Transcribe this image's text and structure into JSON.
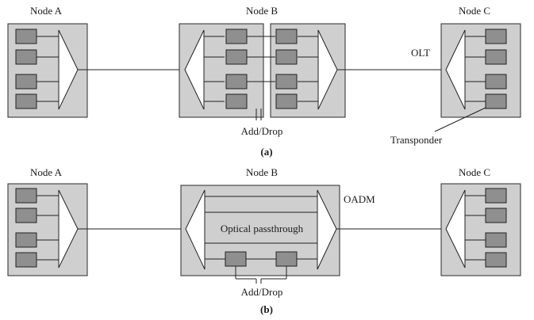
{
  "diagram": {
    "a": {
      "node_a": "Node A",
      "node_b": "Node B",
      "node_c": "Node C",
      "olt": "OLT",
      "add_drop": "Add/Drop",
      "transponder": "Transponder",
      "caption": "(a)"
    },
    "b": {
      "node_a": "Node A",
      "node_b": "Node B",
      "node_c": "Node C",
      "oadm": "OADM",
      "optical_passthrough": "Optical passthrough",
      "add_drop": "Add/Drop",
      "caption": "(b)"
    }
  },
  "colors": {
    "node_fill": "#cfcfcf",
    "transponder_fill": "#8f8f8f",
    "line": "#222222"
  }
}
